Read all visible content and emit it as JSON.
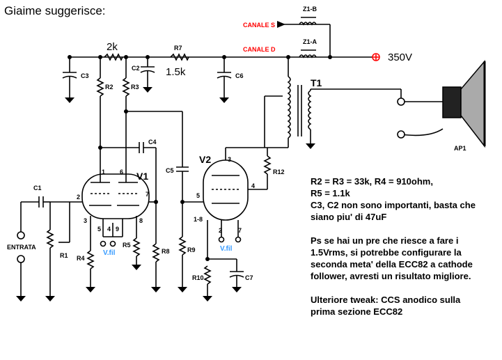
{
  "heading": "Giaime suggerisce:",
  "labels": {
    "canale_s": "CANALE S",
    "canale_d": "CANALE D",
    "z1b": "Z1-B",
    "z1a": "Z1-A",
    "supply": "350V",
    "r_2k": "2k",
    "r7": "R7",
    "r_1k5": "1.5k",
    "c2": "C2",
    "c3": "C3",
    "c6": "C6",
    "r2": "R2",
    "r3": "R3",
    "c4": "C4",
    "c5": "C5",
    "c1": "C1",
    "v1": "V1",
    "v2": "V2",
    "t1": "T1",
    "ap1": "AP1",
    "r1": "R1",
    "r4": "R4",
    "r5": "R5",
    "r8": "R8",
    "r9": "R9",
    "r10": "R10",
    "r12": "R12",
    "c7": "C7",
    "entrata": "ENTRATA",
    "vfil1": "V.fil",
    "vfil2": "V.fil",
    "p1": "1",
    "p2": "2",
    "p3": "3",
    "p4": "4",
    "p5": "5",
    "p6": "6",
    "p7": "7",
    "p8": "8",
    "p9": "9",
    "v2p3": "3",
    "v2p4": "4",
    "v2p5": "5",
    "v2p18": "1-8",
    "v2p2": "2",
    "v2p7": "7"
  },
  "notes": [
    "R2 = R3 = 33k, R4 = 910ohm,",
    "R5 = 1.1k",
    "C3, C2 non sono importanti, basta che",
    "siano piu' di 47uF",
    "",
    "Ps se hai un pre che riesce a fare i",
    "1.5Vrms, si potrebbe configurare la",
    "seconda meta' della ECC82 a cathode",
    "follower, avresti un risultato migliore.",
    "",
    "Ulteriore tweak: CCS anodico sulla",
    "prima sezione ECC82"
  ],
  "colors": {
    "wire": "#000000",
    "channel_label": "#ff0000",
    "filament_label": "#3399ff",
    "ground": "#000000"
  }
}
